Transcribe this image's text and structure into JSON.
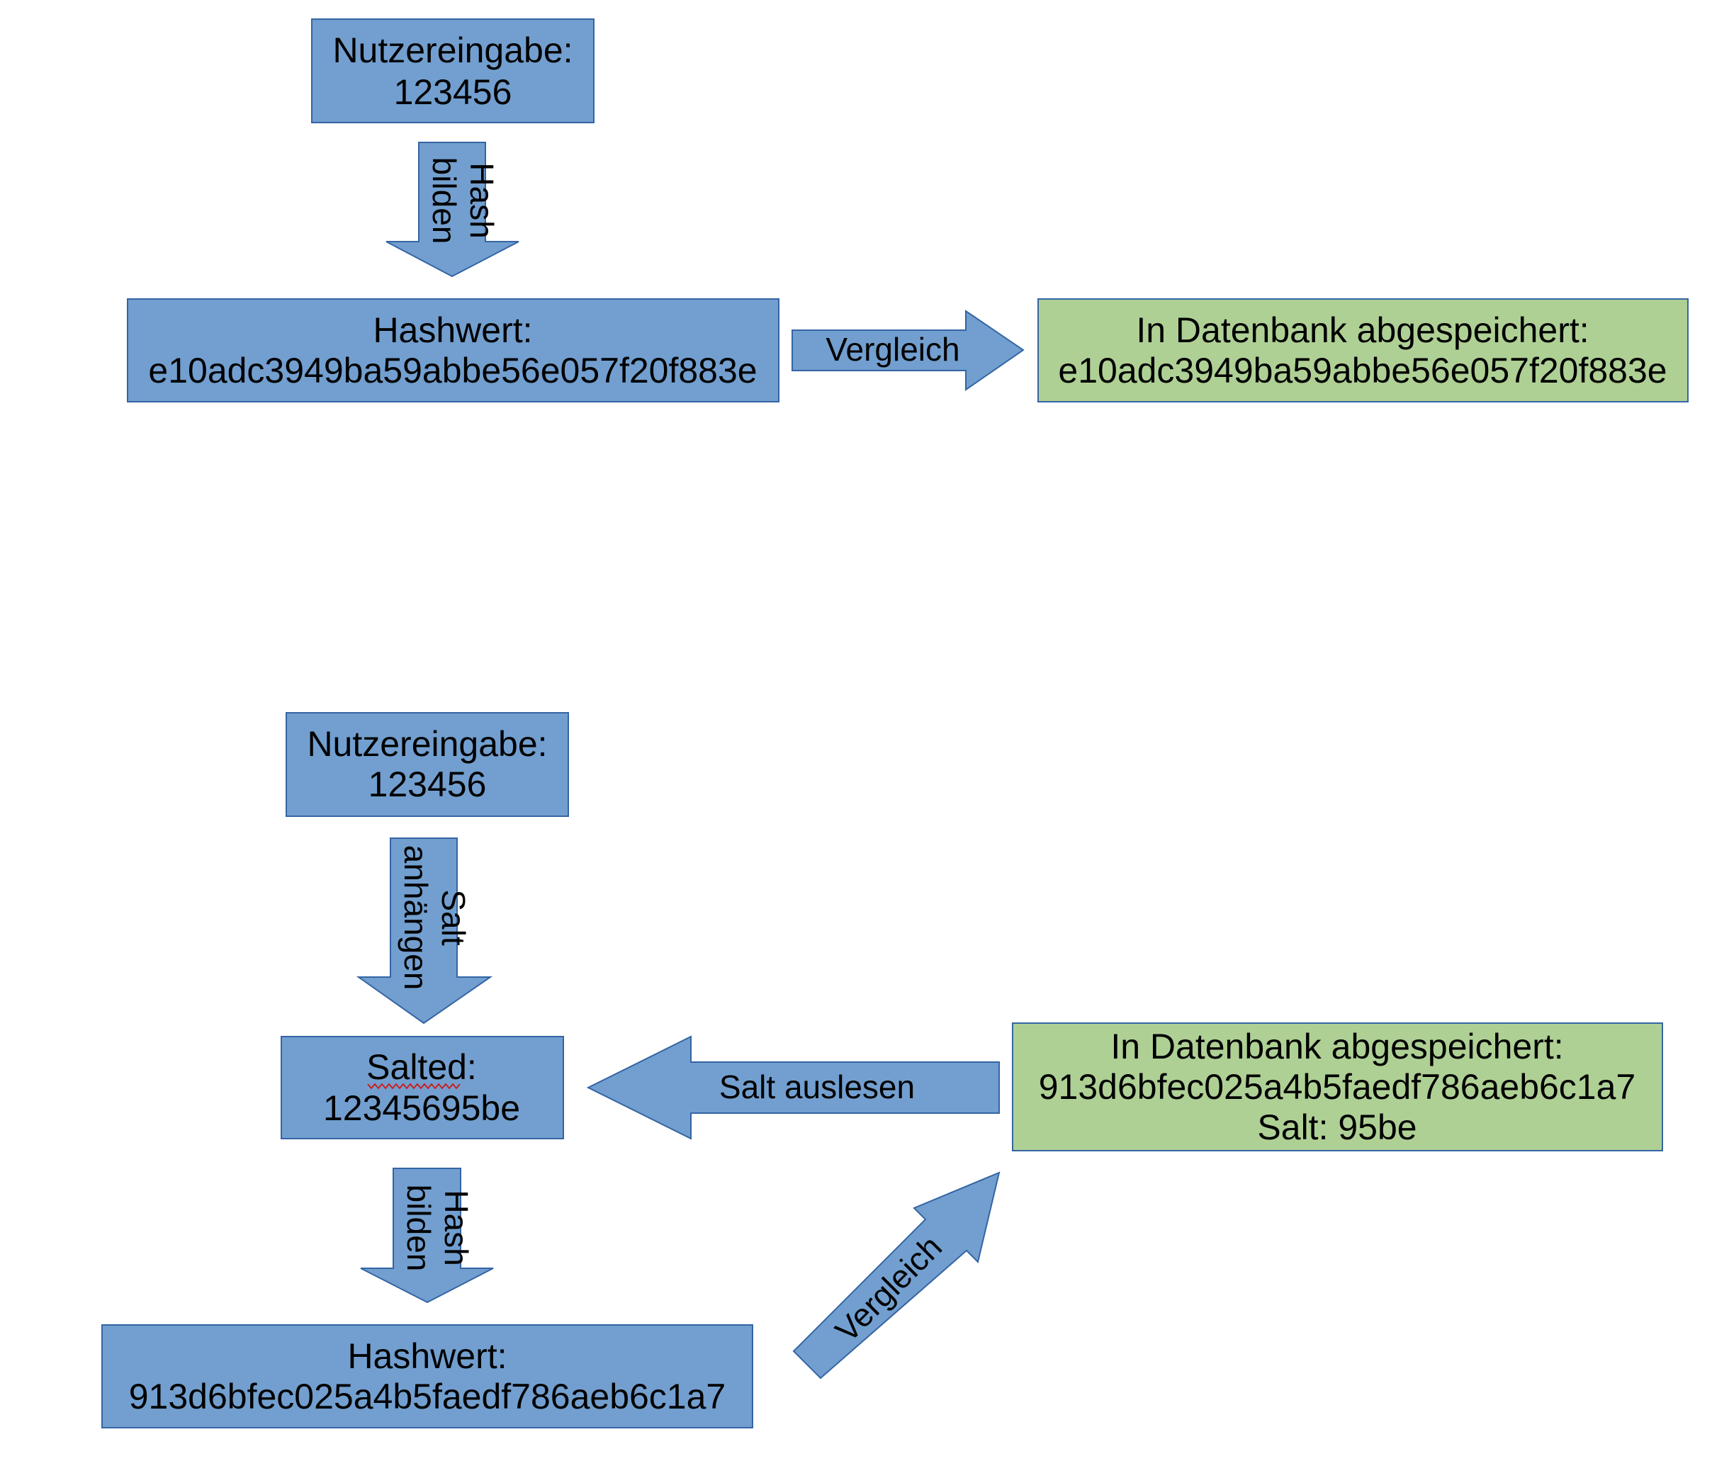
{
  "colors": {
    "process_box": "#729fcf",
    "process_border": "#3465a4",
    "storage_box": "#afd095",
    "storage_border": "#3465a4",
    "arrow": "#729fcf",
    "text": "#000000",
    "spellcheck_underline": "#c9211e"
  },
  "top": {
    "input": {
      "line1": "Nutzereingabe:",
      "line2": "123456"
    },
    "hash_arrow": {
      "line1": "Hash",
      "line2": "bilden"
    },
    "hash": {
      "line1": "Hashwert:",
      "line2": "e10adc3949ba59abbe56e057f20f883e"
    },
    "compare_arrow": {
      "label": "Vergleich"
    },
    "stored": {
      "line1": "In Datenbank abgespeichert:",
      "line2": "e10adc3949ba59abbe56e057f20f883e"
    }
  },
  "bottom": {
    "input": {
      "line1": "Nutzereingabe:",
      "line2": "123456"
    },
    "salt_arrow": {
      "line1": "Salt",
      "line2": "anhängen"
    },
    "salted": {
      "line1": "Salted:",
      "line2": "12345695be"
    },
    "read_salt_arrow": {
      "label": "Salt auslesen"
    },
    "stored": {
      "line1": "In Datenbank abgespeichert:",
      "line2": "913d6bfec025a4b5faedf786aeb6c1a7",
      "line3": "Salt: 95be"
    },
    "hash_arrow": {
      "line1": "Hash",
      "line2": "bilden"
    },
    "hash": {
      "line1": "Hashwert:",
      "line2": "913d6bfec025a4b5faedf786aeb6c1a7"
    },
    "compare_arrow": {
      "label": "Vergleich"
    }
  }
}
